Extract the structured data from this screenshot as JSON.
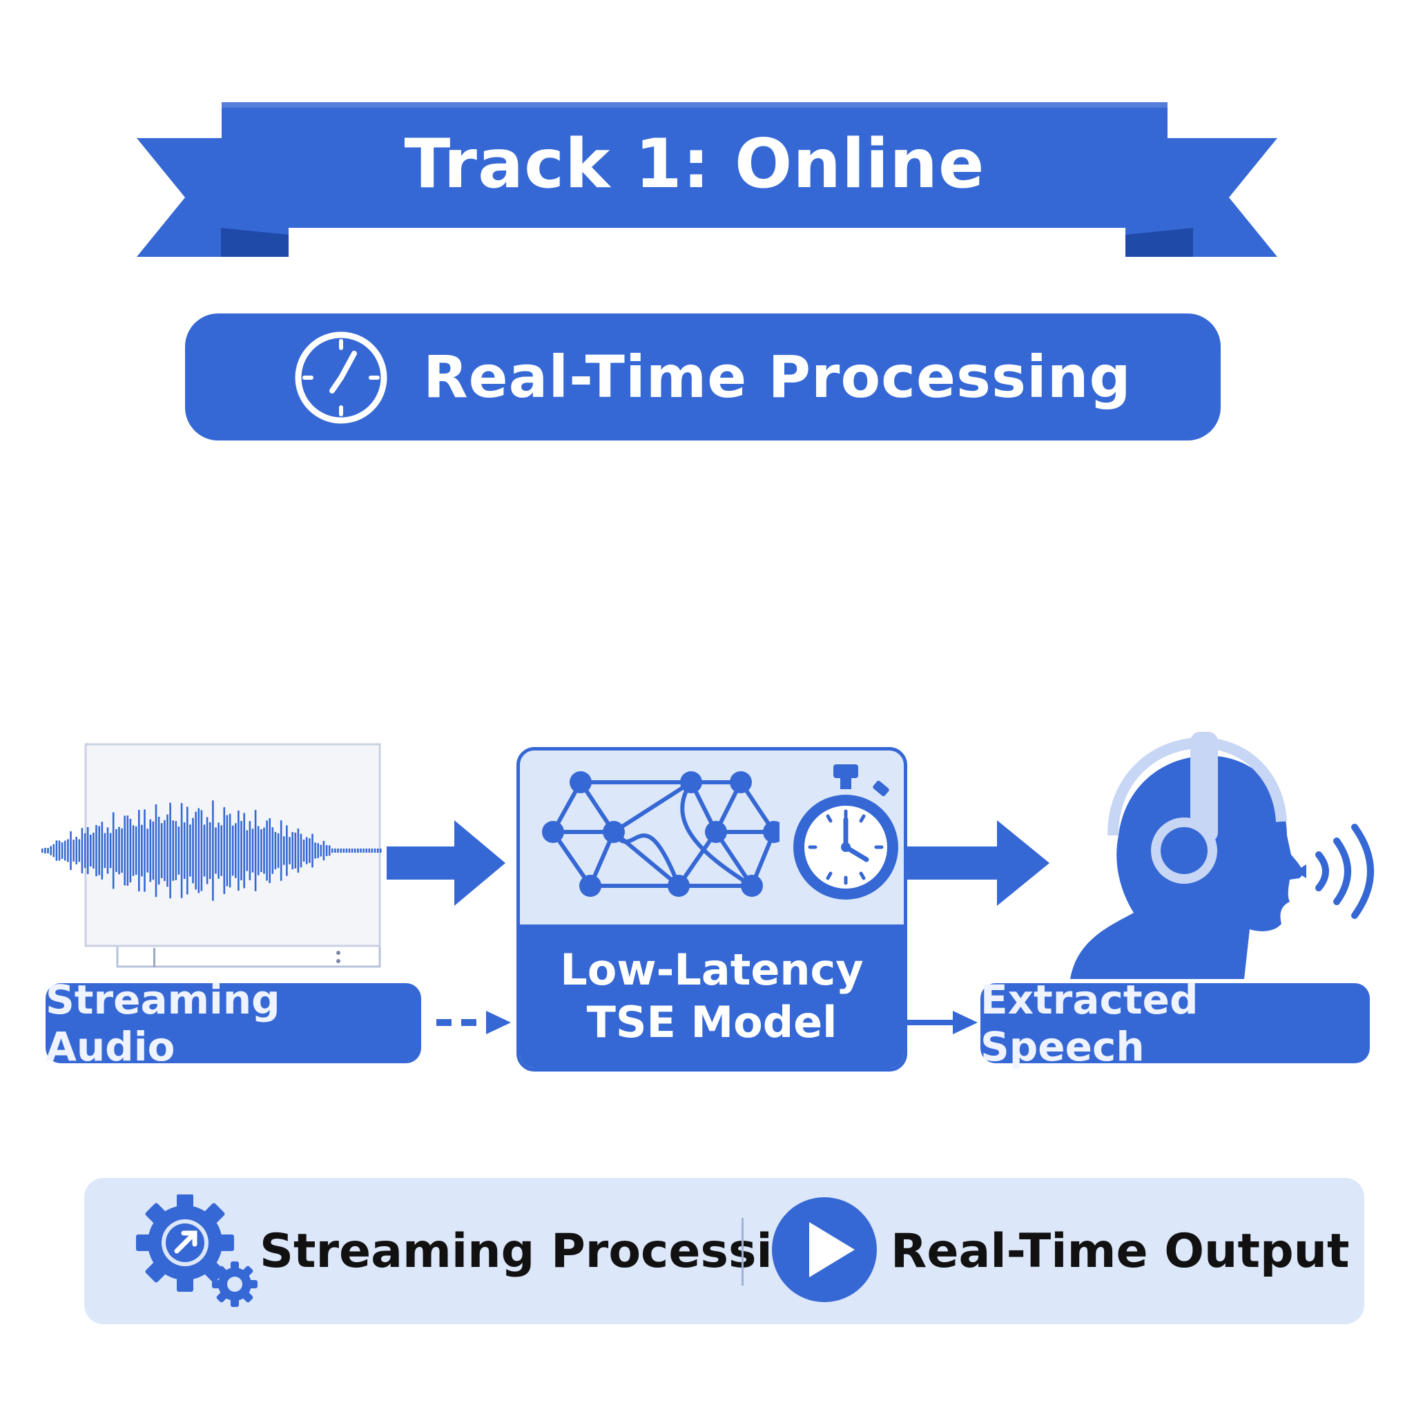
{
  "header": {
    "title": "Track 1: Online",
    "subtitle": "Real-Time Processing"
  },
  "flow": {
    "input_label": "Streaming Audio",
    "model_line1": "Low-Latency",
    "model_line2": "TSE Model",
    "output_label": "Extracted Speech"
  },
  "footer": {
    "item1": "Streaming Processing",
    "item2": "Real-Time Output"
  },
  "colors": {
    "accent": "#3568d4",
    "light_panel": "#dde7fa",
    "background": "#ffffff"
  },
  "icons": [
    "clock-icon",
    "waveform-icon",
    "neural-network-icon",
    "stopwatch-icon",
    "listener-head-icon",
    "sound-waves-icon",
    "gear-icon",
    "play-icon"
  ]
}
